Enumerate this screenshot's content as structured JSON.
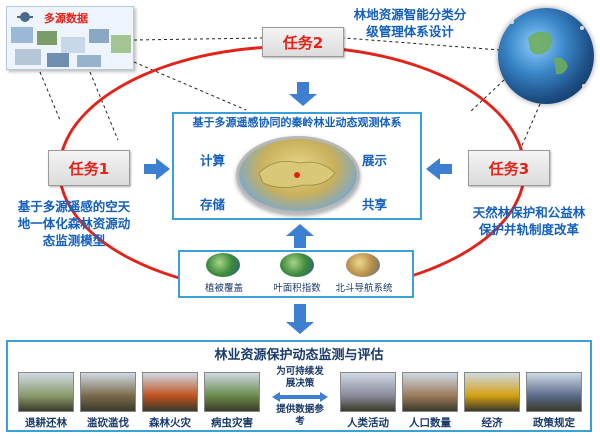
{
  "tasks": {
    "task1": {
      "label": "任务1",
      "description": "基于多源遥感的空天地一体化森林资源动态监测模型"
    },
    "task2": {
      "label": "任务2",
      "description": "林地资源智能分类分级管理体系设计"
    },
    "task3": {
      "label": "任务3",
      "description": "天然林保护和公益林保护并轨制度改革"
    }
  },
  "multi_source": {
    "label": "多源数据"
  },
  "center": {
    "title": "基于多源遥感协同的秦岭林业动态观测体系",
    "top_left": "计算",
    "top_right": "展示",
    "bottom_left": "存储",
    "bottom_right": "共享"
  },
  "sources": [
    {
      "label": "植被覆盖"
    },
    {
      "label": "叶面积指数"
    },
    {
      "label": "北斗导航系统"
    }
  ],
  "bottom": {
    "title": "林业资源保护动态监测与评估",
    "left_items": [
      {
        "label": "退耕还林",
        "color": "#8a9a6a"
      },
      {
        "label": "滥砍滥伐",
        "color": "#7a6a4a"
      },
      {
        "label": "森林火灾",
        "color": "#c0521e"
      },
      {
        "label": "病虫灾害",
        "color": "#6a8a4a"
      }
    ],
    "note_top": "为可持续发展决策",
    "note_bottom": "提供数据参考",
    "right_items": [
      {
        "label": "人类活动",
        "color": "#8a8a9a"
      },
      {
        "label": "人口数量",
        "color": "#9a7a5a"
      },
      {
        "label": "经济",
        "color": "#d4a010"
      },
      {
        "label": "政策规定",
        "color": "#5a6a8a"
      }
    ]
  },
  "colors": {
    "accent_red": "#e2231a",
    "accent_blue": "#1560bd",
    "arrow_blue": "#3d7fd1",
    "frame_blue": "#3aa0d8"
  }
}
